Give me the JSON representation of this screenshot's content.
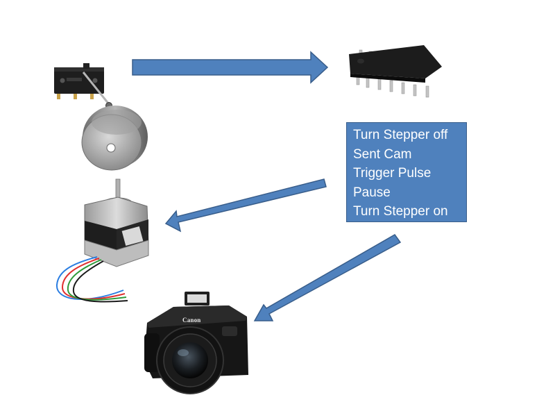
{
  "process_box": {
    "lines": [
      "Turn Stepper off",
      "Sent Cam",
      "Trigger Pulse",
      "Pause",
      "Turn Stepper on"
    ]
  },
  "camera": {
    "brand": "Canon"
  },
  "colors": {
    "arrow_fill": "#4f81bd",
    "arrow_stroke": "#385d8a",
    "box_fill": "#4f81bd",
    "box_text": "#ffffff"
  },
  "components": [
    "microswitch-icon",
    "ic-chip-icon",
    "slotted-disc-icon",
    "stepper-motor-icon",
    "camera-icon"
  ]
}
